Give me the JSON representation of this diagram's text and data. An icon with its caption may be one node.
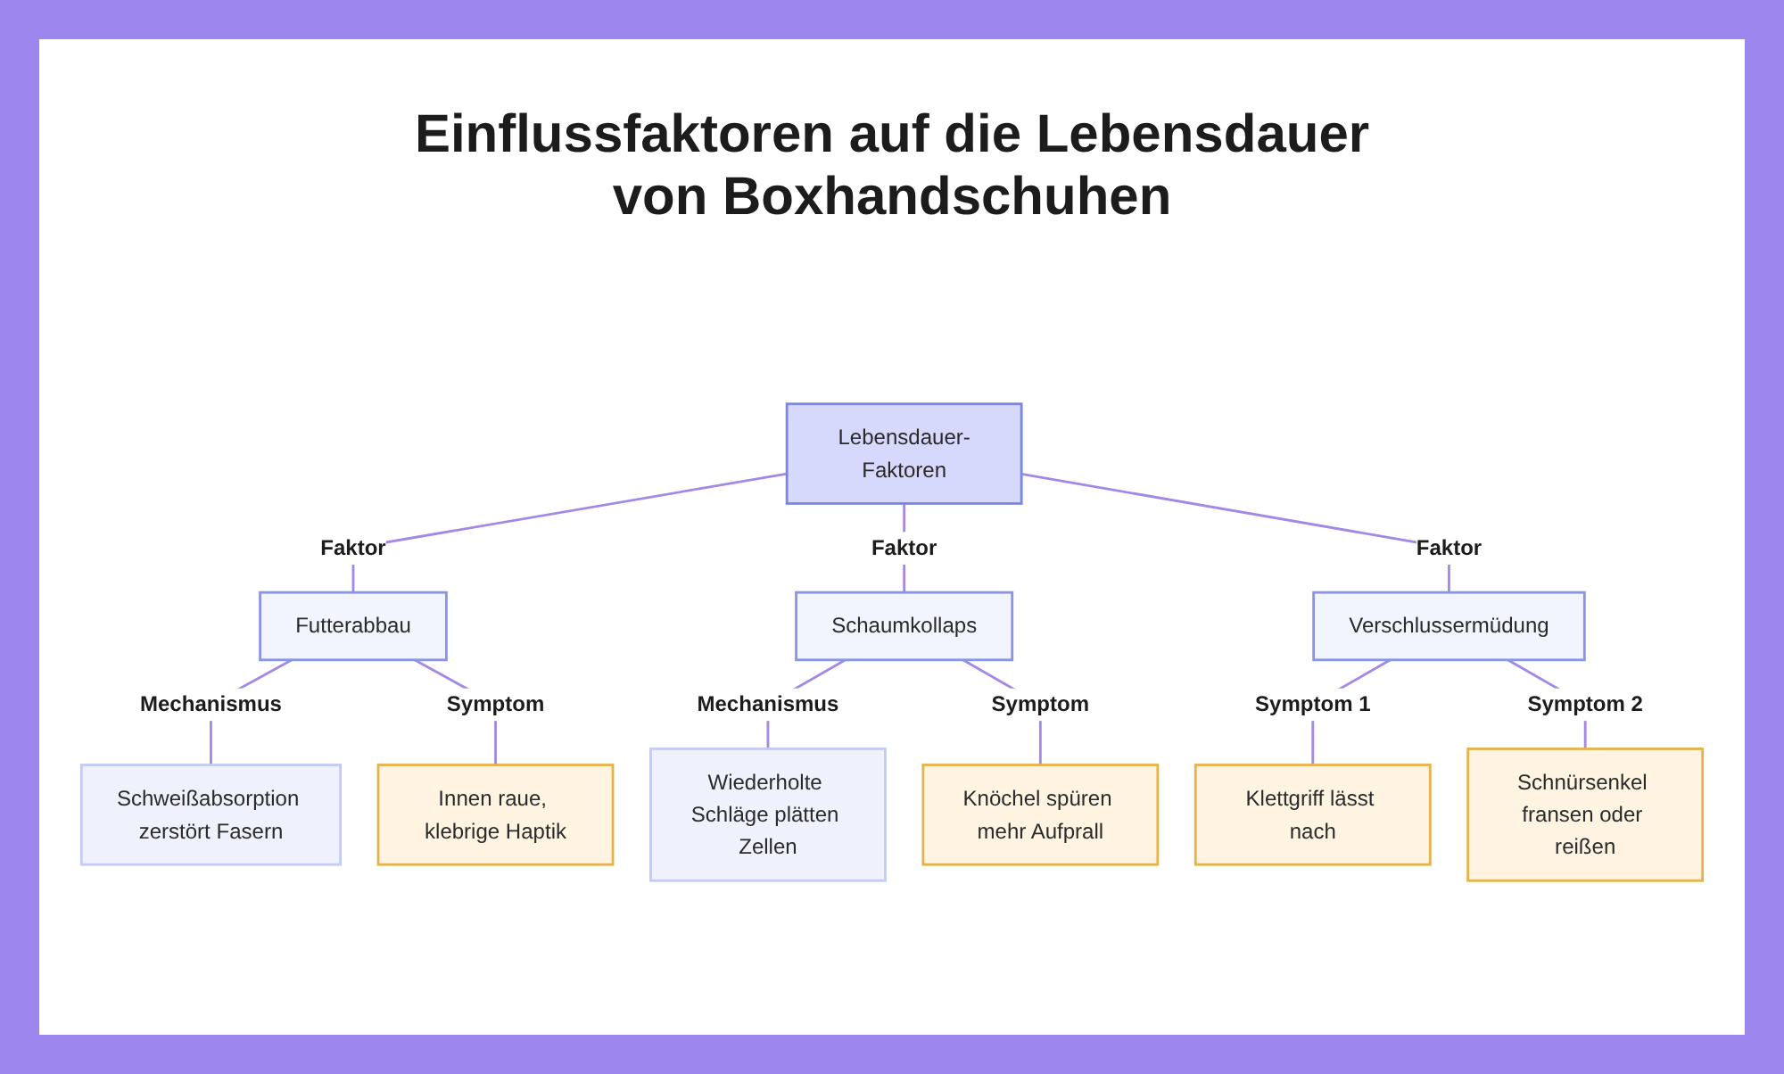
{
  "diagram": {
    "title": "Einflussfaktoren auf die Lebensdauer von Boxhandschuhen",
    "nodes": [
      {
        "text": [
          "Lebensdauer-Faktoren"
        ]
      },
      {
        "text": [
          "Futterabbau"
        ]
      },
      {
        "text": [
          "Schaumkollaps"
        ]
      },
      {
        "text": [
          "Verschlussermüdung"
        ]
      },
      {
        "text": [
          "Schweißabsorption zerstört Fasern"
        ]
      },
      {
        "text": [
          "Innen raue, klebrige Haptik"
        ]
      },
      {
        "text": [
          "Wiederholte Schläge plätten Zellen"
        ]
      },
      {
        "text": [
          "Knöchel spüren mehr Aufprall"
        ]
      },
      {
        "text": [
          "Klettgriff lässt nach"
        ]
      },
      {
        "text": [
          "Schnürsenkel fransen oder reißen"
        ]
      }
    ],
    "edges": [
      {
        "from": 0,
        "to": 1,
        "arrow": "none",
        "label": "Faktor"
      },
      {
        "from": 0,
        "to": 2,
        "arrow": "none",
        "label": "Faktor"
      },
      {
        "from": 0,
        "to": 3,
        "arrow": "none",
        "label": "Faktor"
      },
      {
        "from": 1,
        "to": 4,
        "arrow": "none",
        "label": "Mechanismus"
      },
      {
        "from": 1,
        "to": 5,
        "arrow": "none",
        "label": "Symptom"
      },
      {
        "from": 2,
        "to": 6,
        "arrow": "none",
        "label": "Mechanismus"
      },
      {
        "from": 2,
        "to": 7,
        "arrow": "none",
        "label": "Symptom"
      },
      {
        "from": 3,
        "to": 8,
        "arrow": "none",
        "label": "Symptom 1"
      },
      {
        "from": 3,
        "to": 9,
        "arrow": "none",
        "label": "Symptom 2"
      }
    ]
  }
}
